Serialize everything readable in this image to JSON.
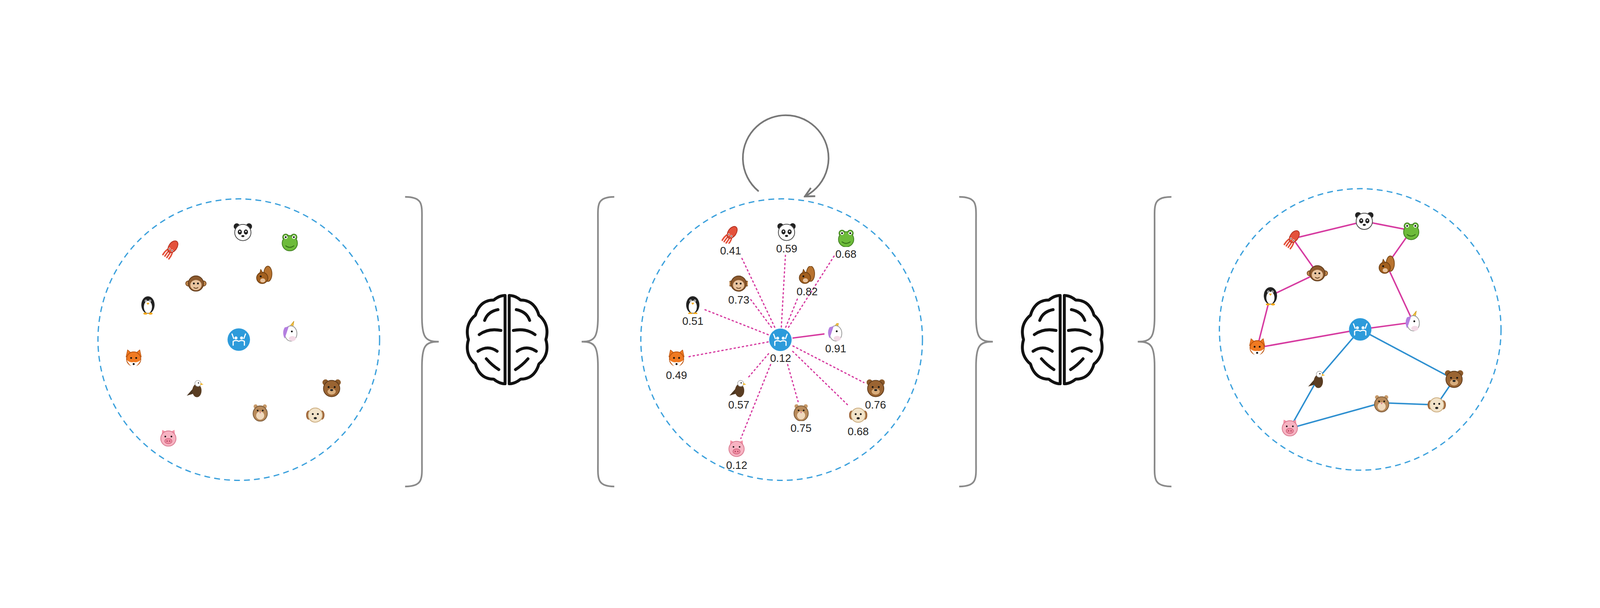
{
  "diagram": {
    "nodes": [
      {
        "text": [
          "0.41"
        ]
      },
      {
        "text": [
          "0.59"
        ]
      },
      {
        "text": [
          "0.68"
        ]
      },
      {
        "text": [
          "0.73"
        ]
      },
      {
        "text": [
          "0.82"
        ]
      },
      {
        "text": [
          "0.51"
        ]
      },
      {
        "text": [
          "0.12"
        ]
      },
      {
        "text": [
          "0.91"
        ]
      },
      {
        "text": [
          "0.49"
        ]
      },
      {
        "text": [
          "0.57"
        ]
      },
      {
        "text": [
          "0.76"
        ]
      },
      {
        "text": [
          "0.75"
        ]
      },
      {
        "text": [
          "0.68"
        ]
      },
      {
        "text": [
          "0.12"
        ]
      }
    ],
    "edges": [
      {
        "from": 6,
        "to": 0,
        "arrow": "none"
      },
      {
        "from": 6,
        "to": 1,
        "arrow": "none"
      },
      {
        "from": 6,
        "to": 2,
        "arrow": "none"
      },
      {
        "from": 6,
        "to": 3,
        "arrow": "none"
      },
      {
        "from": 6,
        "to": 4,
        "arrow": "none"
      },
      {
        "from": 6,
        "to": 5,
        "arrow": "none"
      },
      {
        "from": 6,
        "to": 7,
        "arrow": "none"
      },
      {
        "from": 6,
        "to": 8,
        "arrow": "none"
      },
      {
        "from": 6,
        "to": 9,
        "arrow": "none"
      },
      {
        "from": 6,
        "to": 10,
        "arrow": "none"
      },
      {
        "from": 6,
        "to": 11,
        "arrow": "none"
      },
      {
        "from": 6,
        "to": 12,
        "arrow": "none"
      },
      {
        "from": 6,
        "to": 13,
        "arrow": "none"
      }
    ]
  }
}
